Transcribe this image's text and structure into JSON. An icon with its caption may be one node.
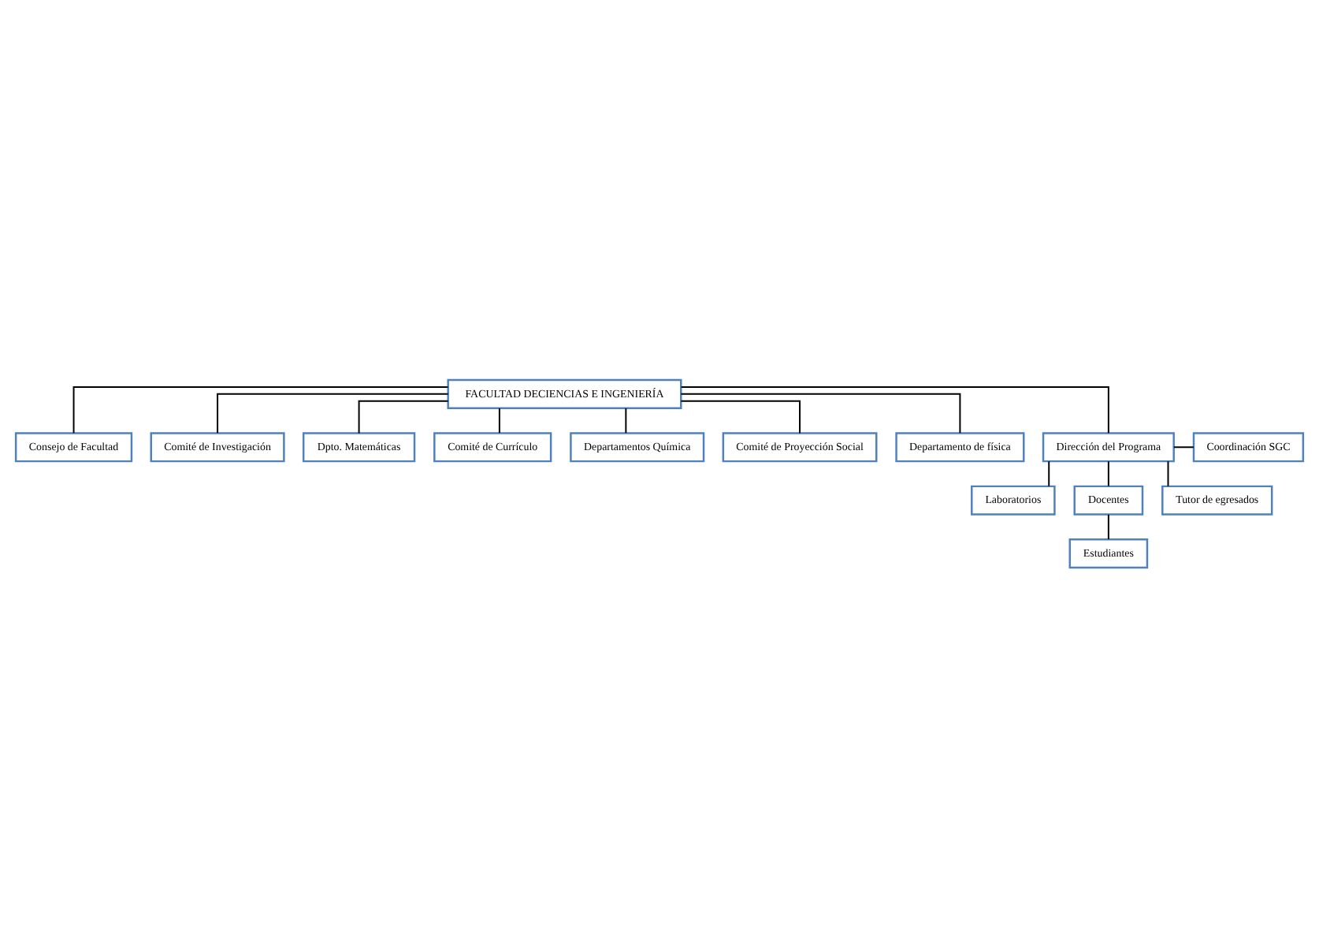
{
  "diagram": {
    "nodes": [
      {
        "text": [
          "FACULTAD DECIENCIAS E INGENIERÍA"
        ]
      },
      {
        "text": [
          "Consejo de Facultad"
        ]
      },
      {
        "text": [
          "Comité de Investigación"
        ]
      },
      {
        "text": [
          "Dpto. Matemáticas"
        ]
      },
      {
        "text": [
          "Comité de Currículo"
        ]
      },
      {
        "text": [
          "Departamentos Química"
        ]
      },
      {
        "text": [
          "Comité de Proyección Social"
        ]
      },
      {
        "text": [
          "Departamento de física"
        ]
      },
      {
        "text": [
          "Dirección del Programa"
        ]
      },
      {
        "text": [
          "Coordinación SGC"
        ]
      },
      {
        "text": [
          "Laboratorios"
        ]
      },
      {
        "text": [
          "Docentes"
        ]
      },
      {
        "text": [
          "Tutor de egresados"
        ]
      },
      {
        "text": [
          "Estudiantes"
        ]
      }
    ],
    "edges": [
      {
        "from": 0,
        "to": 1,
        "arrow": "none"
      },
      {
        "from": 0,
        "to": 2,
        "arrow": "none"
      },
      {
        "from": 0,
        "to": 4,
        "arrow": "none"
      },
      {
        "from": 0,
        "to": 6,
        "arrow": "none"
      },
      {
        "from": 0,
        "to": 3,
        "arrow": "none"
      },
      {
        "from": 0,
        "to": 5,
        "arrow": "none"
      },
      {
        "from": 0,
        "to": 7,
        "arrow": "none"
      },
      {
        "from": 0,
        "to": 8,
        "arrow": "none"
      },
      {
        "from": 8,
        "to": 9,
        "arrow": "none"
      },
      {
        "from": 8,
        "to": 10,
        "arrow": "none"
      },
      {
        "from": 8,
        "to": 11,
        "arrow": "none"
      },
      {
        "from": 8,
        "to": 12,
        "arrow": "none"
      },
      {
        "from": 11,
        "to": 13,
        "arrow": "none"
      }
    ]
  }
}
